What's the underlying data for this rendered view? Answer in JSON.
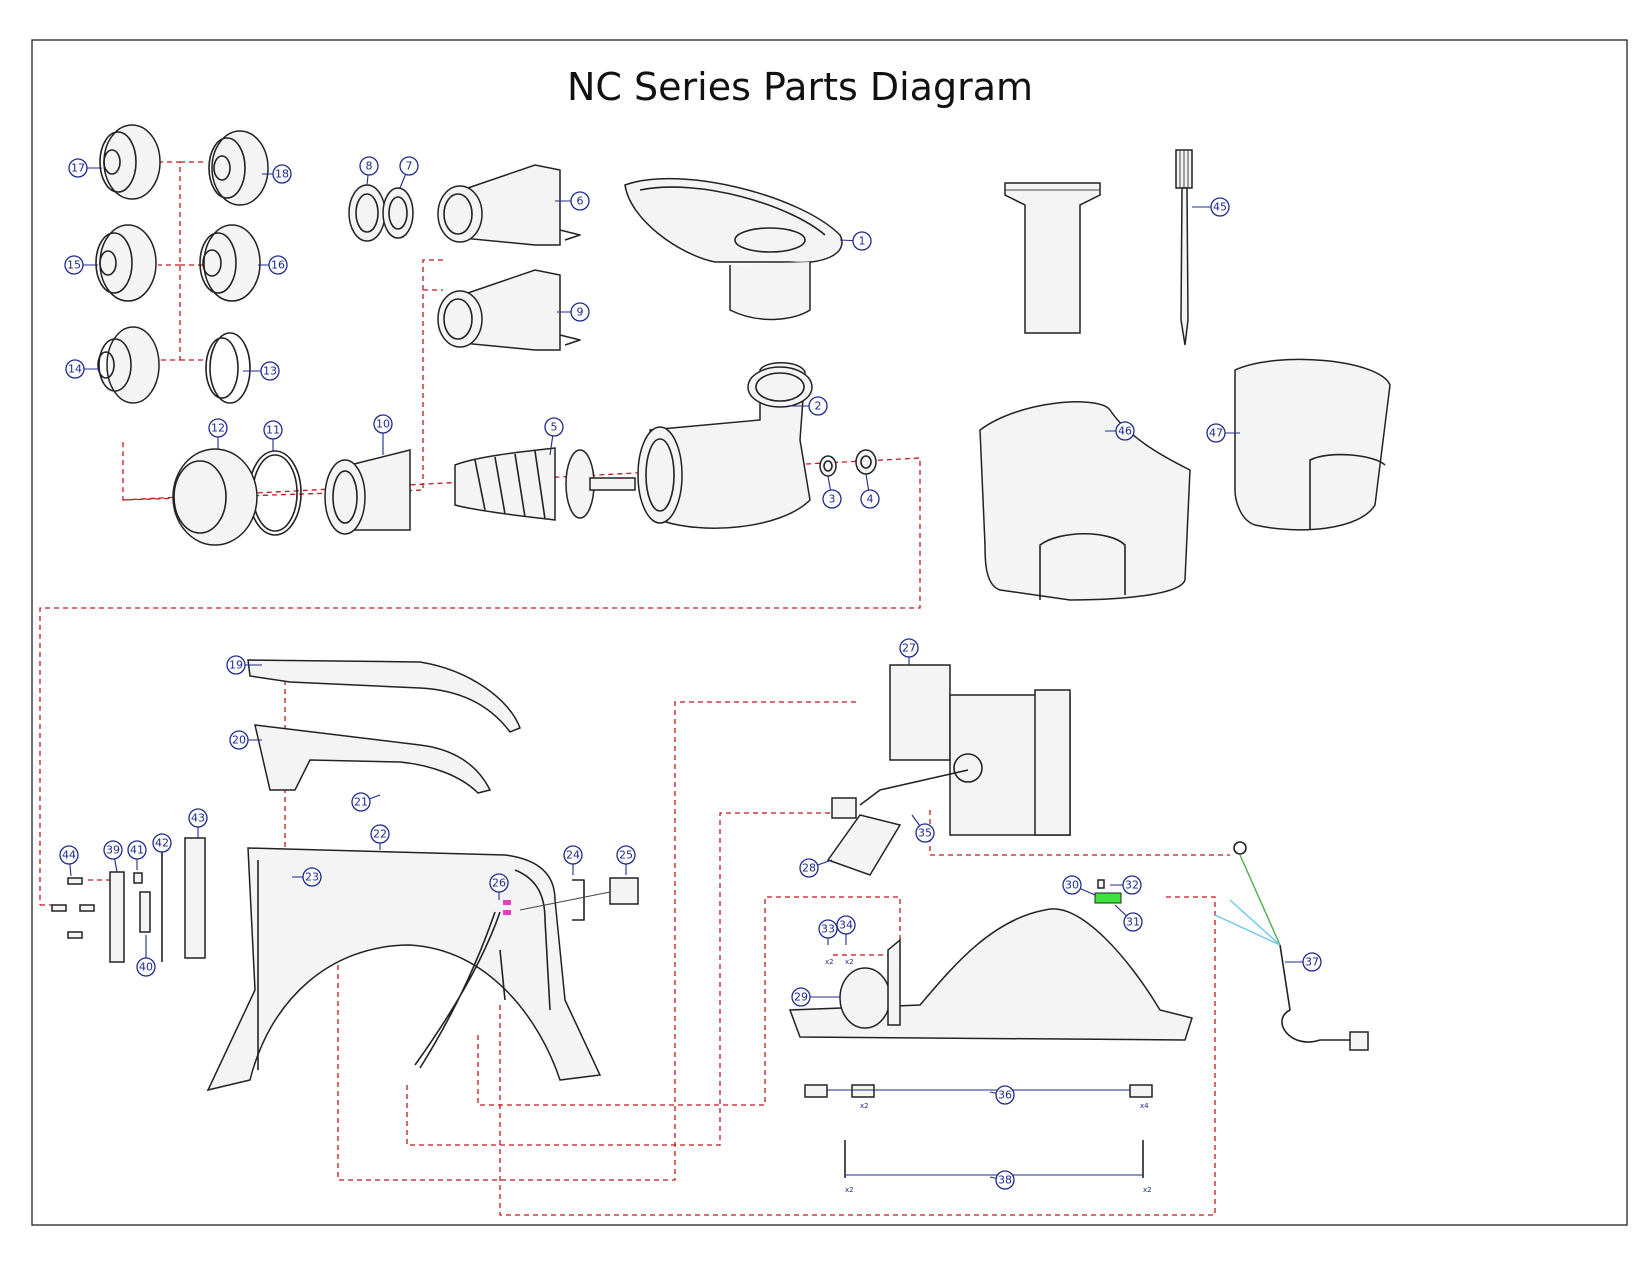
{
  "title": "NC Series Parts Diagram",
  "parts": [
    "1",
    "2",
    "3",
    "4",
    "5",
    "6",
    "7",
    "8",
    "9",
    "10",
    "11",
    "12",
    "13",
    "14",
    "15",
    "16",
    "17",
    "18",
    "19",
    "20",
    "21",
    "22",
    "23",
    "24",
    "25",
    "26",
    "27",
    "28",
    "29",
    "30",
    "31",
    "32",
    "33",
    "34",
    "35",
    "36",
    "37",
    "38",
    "39",
    "40",
    "41",
    "42",
    "43",
    "44",
    "45",
    "46",
    "47"
  ],
  "quantity_marks": [
    "x2",
    "x2",
    "x2",
    "x4",
    "x2",
    "x2"
  ],
  "colors": {
    "dash": "#c0181c",
    "callout": "#1d2a8c",
    "switch_green": "#3ee23e",
    "wire_blue": "#6ec6e8",
    "wire_green": "#4caf50",
    "clip_pink": "#e040c0"
  }
}
